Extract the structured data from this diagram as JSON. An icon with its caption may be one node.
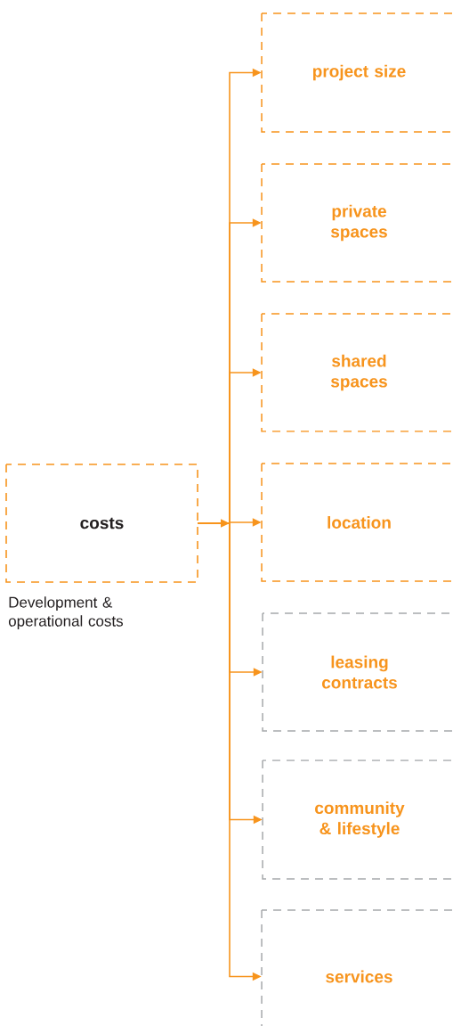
{
  "diagram": {
    "nodes": [
      {
        "text": [
          "costs"
        ],
        "beside": [
          "Development & operational costs"
        ]
      },
      {
        "text": [
          "project size"
        ]
      },
      {
        "text": [
          "private spaces"
        ]
      },
      {
        "text": [
          "shared spaces"
        ]
      },
      {
        "text": [
          "location"
        ]
      },
      {
        "text": [
          "leasing contracts"
        ]
      },
      {
        "text": [
          "community & lifestyle"
        ]
      },
      {
        "text": [
          "services"
        ]
      }
    ],
    "edges": [
      {
        "from": 0,
        "to": 1,
        "arrow": "to"
      },
      {
        "from": 0,
        "to": 2,
        "arrow": "to"
      },
      {
        "from": 0,
        "to": 3,
        "arrow": "to"
      },
      {
        "from": 0,
        "to": 4,
        "arrow": "to"
      },
      {
        "from": 0,
        "to": 5,
        "arrow": "to"
      },
      {
        "from": 0,
        "to": 6,
        "arrow": "to"
      },
      {
        "from": 0,
        "to": 7,
        "arrow": "to"
      }
    ]
  }
}
